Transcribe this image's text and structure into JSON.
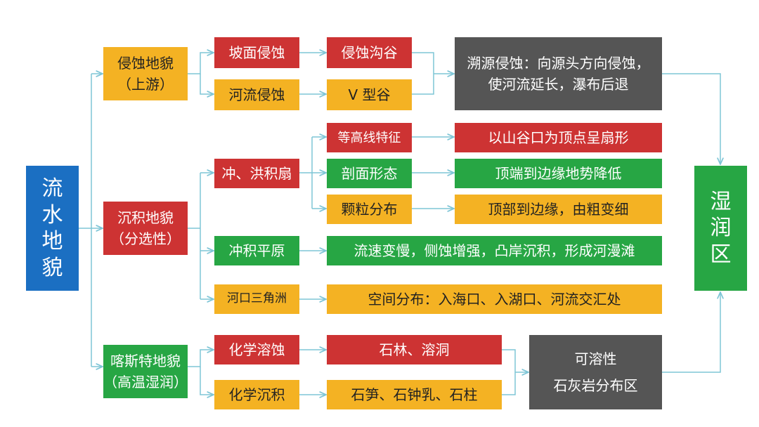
{
  "root": {
    "chars": [
      "流",
      "水",
      "地",
      "貌"
    ]
  },
  "right": {
    "chars": [
      "湿",
      "润",
      "区"
    ]
  },
  "erosion": {
    "l1": "侵蚀地貌",
    "l2": "（上游）"
  },
  "sediment": {
    "l1": "沉积地貌",
    "l2": "（分选性）"
  },
  "karst": {
    "l1": "喀斯特地貌",
    "l2": "（高温湿润）"
  },
  "slope_erosion": "坡面侵蚀",
  "river_erosion": "河流侵蚀",
  "gully": "侵蚀沟谷",
  "v_valley": "V 型谷",
  "headward": {
    "l1": "溯源侵蚀：向源头方向侵蚀，",
    "l2": "使河流延长，瀑布后退"
  },
  "fan": "冲、洪积扇",
  "contour": "等高线特征",
  "fan_shape": "以山谷口为顶点呈扇形",
  "profile": "剖面形态",
  "terrain": "顶端到边缘地势降低",
  "particle": "颗粒分布",
  "grain": "顶部到边缘，由粗变细",
  "plain": "冲积平原",
  "plain_desc": "流速变慢，侧蚀增强，凸岸沉积，形成河漫滩",
  "delta": "河口三角洲",
  "delta_desc": "空间分布：入海口、入湖口、河流交汇处",
  "chem_dissolution": "化学溶蚀",
  "stone_forest": "石林、溶洞",
  "chem_deposition": "化学沉积",
  "stalagmite": "石笋、石钟乳、石柱",
  "soluble": {
    "l1": "可溶性",
    "l2": "石灰岩分布区"
  },
  "colors": {
    "blue": "#1b6fc2",
    "orange": "#f4b223",
    "red": "#cd3333",
    "green": "#27a644",
    "dark": "#555555",
    "line": "#7ec5d6"
  }
}
